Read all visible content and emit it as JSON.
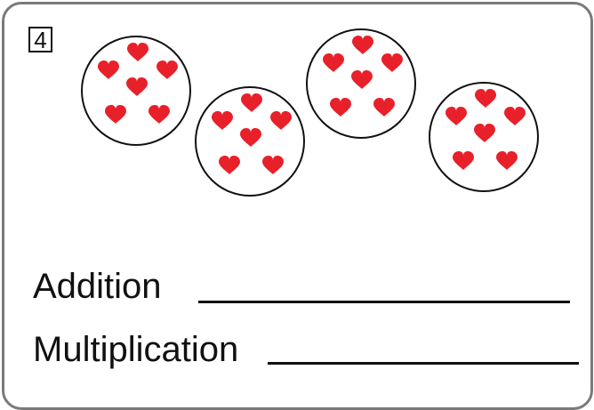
{
  "problem": {
    "number": "4"
  },
  "groups": {
    "count": 4,
    "hearts_per_group": 6,
    "heart_color": "#e8202a",
    "circle_stroke_color": "#111111"
  },
  "answers": {
    "addition_label": "Addition",
    "multiplication_label": "Multiplication"
  }
}
